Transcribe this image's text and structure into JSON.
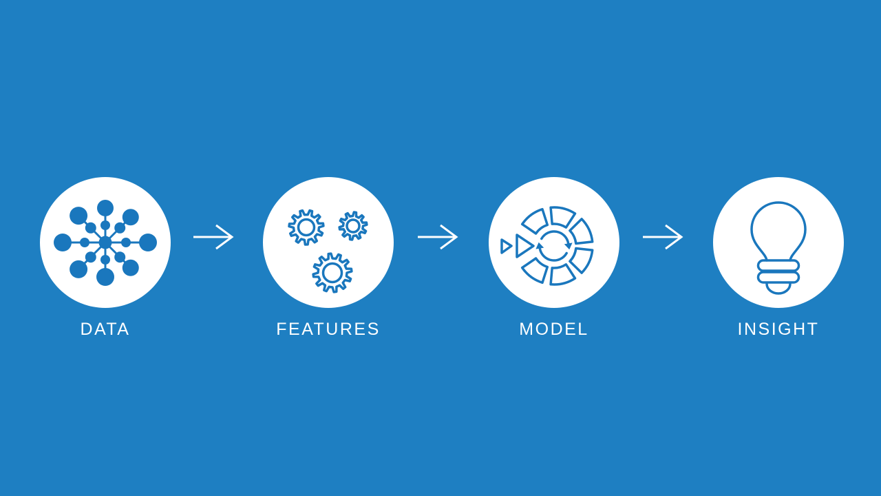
{
  "slide": {
    "colors": {
      "background": "#1e7fc2",
      "icon": "#1a77bd",
      "circle": "#ffffff",
      "arrow": "#ffffff",
      "label_text": "#ffffff"
    },
    "steps": [
      {
        "label": "DATA",
        "icon": "network-nodes-icon"
      },
      {
        "label": "FEATURES",
        "icon": "gears-icon"
      },
      {
        "label": "MODEL",
        "icon": "model-iteration-icon"
      },
      {
        "label": "INSIGHT",
        "icon": "lightbulb-icon"
      }
    ],
    "connector_icon": "right-arrow-icon"
  }
}
